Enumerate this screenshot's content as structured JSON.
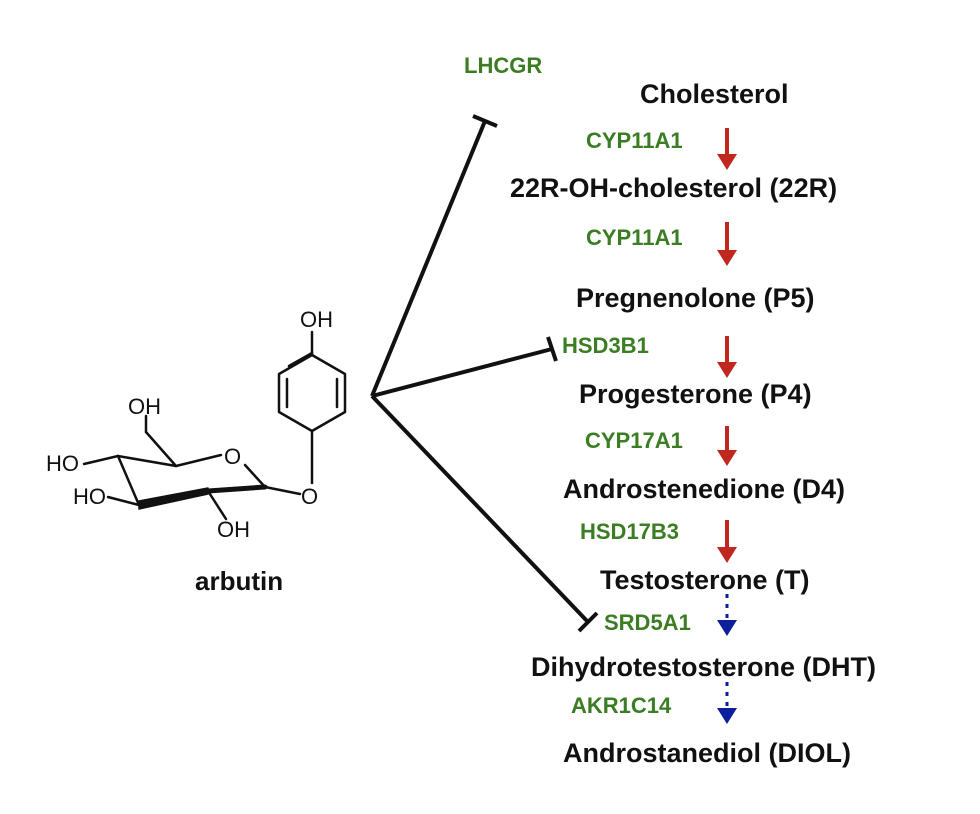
{
  "molecule": {
    "name": "arbutin",
    "atoms": {
      "phenol_oh": "OH",
      "ring_o": "O",
      "link_o": "O",
      "ch2oh": "OH",
      "ho_4": "HO",
      "ho_3": "HO",
      "oh_2": "OH"
    }
  },
  "inhibited_top": "LHCGR",
  "pathway": {
    "metabolites": [
      "Cholesterol",
      "22R-OH-cholesterol  (22R)",
      "Pregnenolone  (P5)",
      "Progesterone  (P4)",
      "Androstenedione (D4)",
      "Testosterone (T)",
      "Dihydrotestosterone (DHT)",
      "Androstanediol (DIOL)"
    ],
    "enzymes": [
      "CYP11A1",
      "CYP11A1",
      "HSD3B1",
      "CYP17A1",
      "HSD17B3",
      "SRD5A1",
      "AKR1C14"
    ],
    "arrow_styles": [
      "solid",
      "solid",
      "solid",
      "solid",
      "solid",
      "dotted",
      "dotted"
    ]
  },
  "colors": {
    "enzyme_text": "#3b7d23",
    "solid_arrow": "#c0281f",
    "dotted_arrow": "#0d1f9c",
    "inhibition_line": "#111111"
  }
}
